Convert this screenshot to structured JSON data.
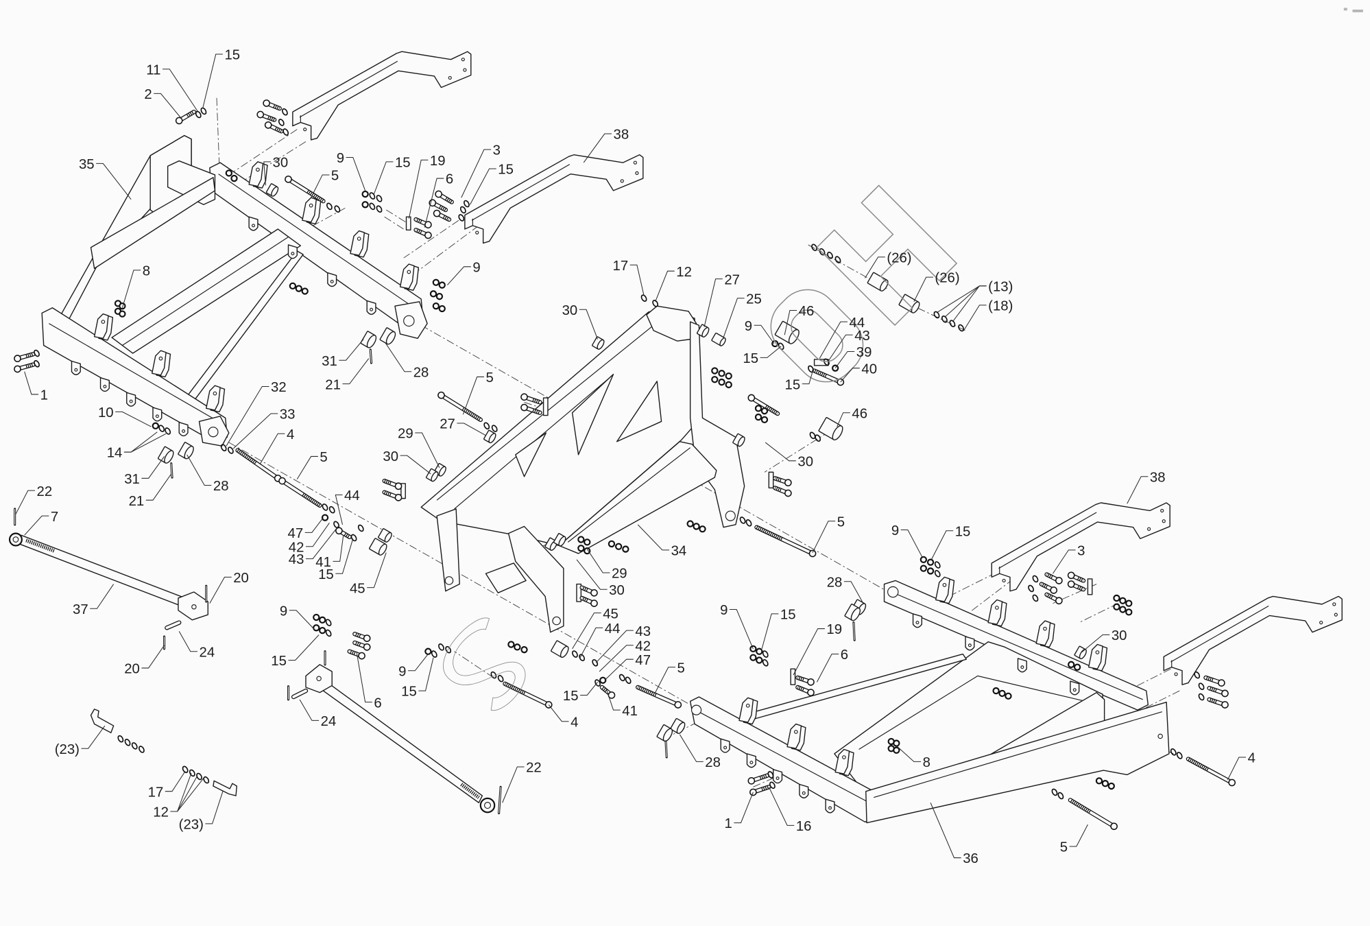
{
  "callouts": {
    "left_frame": [
      "11",
      "15",
      "2",
      "35",
      "30",
      "5",
      "9",
      "15",
      "19",
      "6",
      "3",
      "15",
      "38",
      "9",
      "8",
      "1",
      "10",
      "14",
      "31",
      "21",
      "28",
      "32",
      "33",
      "4",
      "5",
      "31",
      "21",
      "28"
    ],
    "tie_rods_and_pins": [
      "22",
      "7",
      "37",
      "20",
      "24",
      "20",
      "(23)",
      "17",
      "12",
      "(23)",
      "9",
      "15",
      "6",
      "24",
      "22"
    ],
    "center_frame": [
      "44",
      "47",
      "42",
      "43",
      "41",
      "15",
      "45",
      "29",
      "30",
      "27",
      "5",
      "30",
      "17",
      "12",
      "27",
      "25",
      "9",
      "46",
      "15",
      "44",
      "43",
      "39",
      "15",
      "40",
      "46",
      "30",
      "(26)",
      "(26)",
      "(13)",
      "(18)",
      "34",
      "29",
      "30",
      "45",
      "44",
      "43",
      "42",
      "47",
      "41",
      "15",
      "4",
      "5",
      "9",
      "15"
    ],
    "right_frame": [
      "5",
      "9",
      "15",
      "38",
      "3",
      "28",
      "30",
      "9",
      "15",
      "19",
      "6",
      "28",
      "8",
      "1",
      "16",
      "4",
      "36",
      "5"
    ]
  },
  "colors": {
    "background": "#fafbfa",
    "line_art": "#1c1c1c",
    "watermark": "#8c8c8c"
  }
}
